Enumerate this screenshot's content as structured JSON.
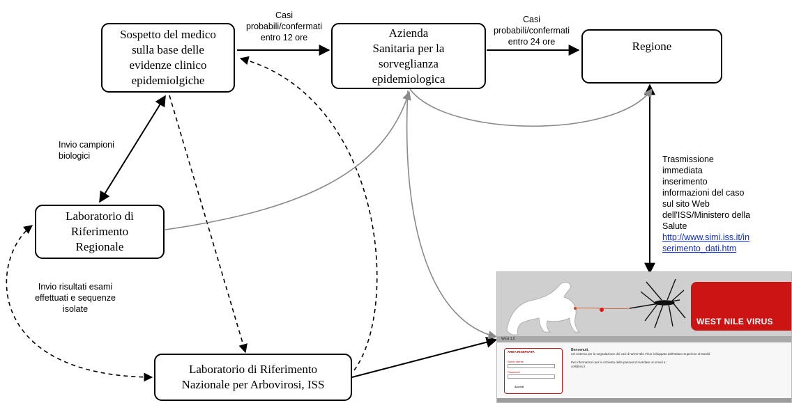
{
  "boxes": {
    "medico": "Sospetto del medico\nsulla base delle\nevidenze clinico\nepidemiolgiche",
    "azienda": "Azienda\nSanitaria per la\nsorveglianza\nepidemiologica",
    "regione": "Regione",
    "lab_regionale": "Laboratorio di\nRiferimento\nRegionale",
    "lab_nazionale": "Laboratorio di Riferimento\nNazionale per Arbovirosi, ISS"
  },
  "labels": {
    "casi_12": "Casi\nprobabili/confermati\nentro 12 ore",
    "casi_24": "Casi\nprobabili/confermati\nentro 24 ore",
    "invio_campioni": "Invio campioni\nbiologici",
    "invio_risultati": "Invio risultati esami\neffettuati e sequenze\nisolate",
    "trasmissione": "Trasmissione\nimmediata\ninserimento\ninformazioni del caso\nsul sito Web\ndell'ISS/Ministero della\nSalute",
    "link": "http://www.simi.iss.it/in\nserimento_dati.htm"
  },
  "website": {
    "brand": "WEST NILE VIRUS",
    "nav": "West 1.0",
    "login_title": "AREA RISERVATA",
    "username_label": "Nome utente",
    "password_label": "Password",
    "login_button": "Accedi",
    "welcome_title": "Benvenuti,",
    "welcome_text": "nel sistema per la segnalazione dei casi di West Nile Virus sviluppato dall'Istituto Superiore di Sanità",
    "info_text": "Per informazioni per la richiesta della password mandare un email a :",
    "info_email": "cell@iss.it"
  },
  "colors": {
    "solid_arrow": "#000000",
    "gray_arrow": "#8a8a8a",
    "link": "#0b2bd6",
    "brand_red": "#cc1414"
  }
}
